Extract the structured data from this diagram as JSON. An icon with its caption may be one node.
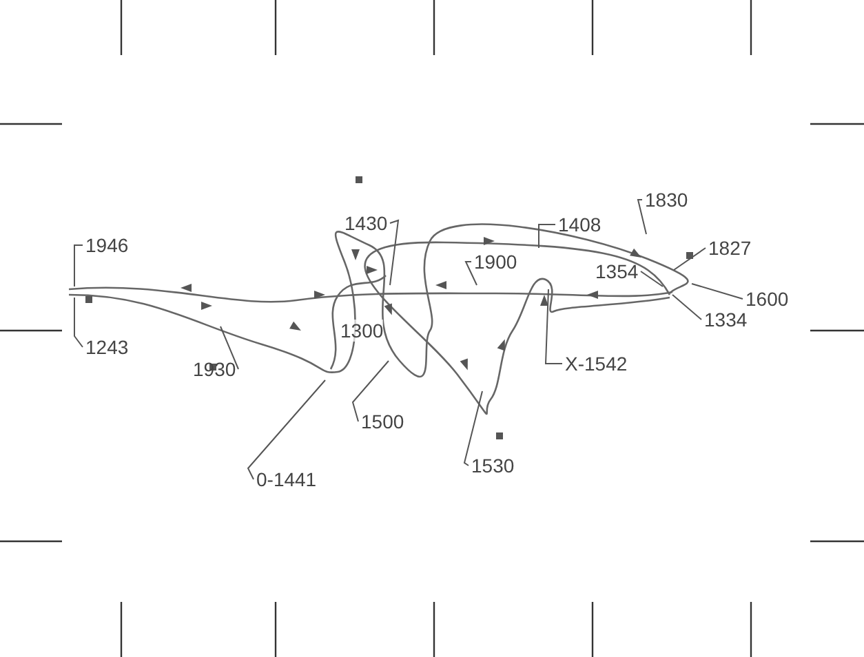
{
  "diagram": {
    "nodes": [
      {
        "text": [
          "1946"
        ]
      },
      {
        "text": [
          "1243"
        ]
      },
      {
        "text": [
          "1930"
        ]
      },
      {
        "text": [
          "0-1441"
        ]
      },
      {
        "text": [
          "1500"
        ]
      },
      {
        "text": [
          "1430"
        ]
      },
      {
        "text": [
          "1900"
        ]
      },
      {
        "text": [
          "1408"
        ]
      },
      {
        "text": [
          "1830"
        ]
      },
      {
        "text": [
          "1354"
        ]
      },
      {
        "text": [
          "1827"
        ]
      },
      {
        "text": [
          "1600"
        ]
      },
      {
        "text": [
          "1334"
        ]
      },
      {
        "text": [
          "X-1542"
        ]
      },
      {
        "text": [
          "1530"
        ]
      }
    ],
    "edges": [
      {
        "from": 0,
        "to": null,
        "arrow": "none"
      },
      {
        "from": 1,
        "to": null,
        "arrow": "none"
      },
      {
        "from": 2,
        "to": null,
        "arrow": "none"
      },
      {
        "from": 3,
        "to": null,
        "arrow": "none"
      },
      {
        "from": 4,
        "to": null,
        "arrow": "none"
      },
      {
        "from": 5,
        "to": null,
        "arrow": "none"
      },
      {
        "from": 6,
        "to": null,
        "arrow": "none"
      },
      {
        "from": 7,
        "to": null,
        "arrow": "none"
      },
      {
        "from": 8,
        "to": null,
        "arrow": "none"
      },
      {
        "from": 9,
        "to": null,
        "arrow": "none"
      },
      {
        "from": 10,
        "to": null,
        "arrow": "none"
      },
      {
        "from": 11,
        "to": null,
        "arrow": "none"
      },
      {
        "from": 12,
        "to": null,
        "arrow": "none"
      },
      {
        "from": 13,
        "to": null,
        "arrow": "none"
      },
      {
        "from": 14,
        "to": null,
        "arrow": "none"
      }
    ],
    "labels": [
      "1300"
    ]
  }
}
